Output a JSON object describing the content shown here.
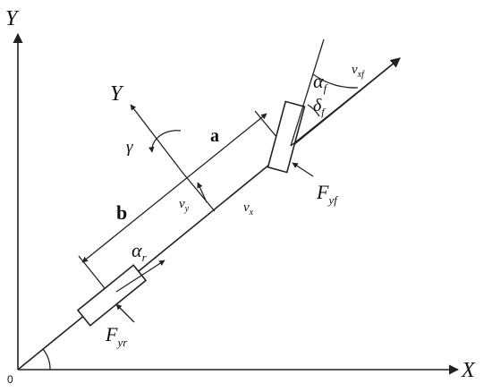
{
  "diagram": {
    "global_axes": {
      "x_label": "X",
      "y_label": "Y",
      "origin_label": "0"
    },
    "body_frame": {
      "y_label": "Y",
      "yaw_rate_label": "γ",
      "vy_label": "v",
      "vy_sub": "y",
      "vx_label": "v",
      "vx_sub": "x"
    },
    "distances": {
      "a_label": "a",
      "b_label": "b"
    },
    "front_wheel": {
      "slip_label": "α",
      "slip_sub": "f",
      "steer_label": "δ",
      "steer_sub": "f",
      "velocity_label": "v",
      "velocity_sub": "xf",
      "force_label": "F",
      "force_sub": "yf"
    },
    "rear_wheel": {
      "slip_label": "α",
      "slip_sub": "r",
      "force_label": "F",
      "force_sub": "yr"
    }
  }
}
